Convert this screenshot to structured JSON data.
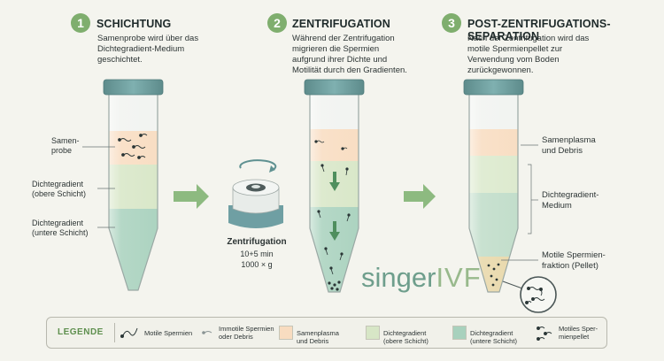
{
  "steps": [
    {
      "num": "1",
      "title": "SCHICHTUNG",
      "desc": "Samenprobe wird über das\nDichtegradient-Medium\ngeschichtet."
    },
    {
      "num": "2",
      "title": "ZENTRIFUGATION",
      "desc": "Während der Zentrifugation\nmigrieren die Spermien\naufgrund ihrer Dichte und\nMotilität durch den Gradienten."
    },
    {
      "num": "3",
      "title": "POST-ZENTRIFUGATIONS-SEPARATION",
      "desc": "Nach der Zentrifugation wird das\nmotile Spermienpellet zur\nVerwendung vom Boden\nzurückgewonnen."
    }
  ],
  "tube1_labels": {
    "sample": "Samen-\nprobe",
    "upper": "Dichtegradient\n(obere Schicht)",
    "lower": "Dichtegradient\n(untere Schicht)"
  },
  "centrifuge": {
    "title": "Zentrifugation",
    "time": "10+5 min",
    "force": "1000 × g"
  },
  "tube3_labels": {
    "plasma": "Samenplasma\nund Debris",
    "medium": "Dichtegradient-\nMedium",
    "pellet": "Motile Spermien-\nfraktion (Pellet)"
  },
  "logo": {
    "part1": "singer",
    "part2": "IVF"
  },
  "legend": {
    "title": "LEGENDE",
    "items": [
      {
        "label": "Motile Spermien"
      },
      {
        "label": "Immotile Spermien\noder Debris"
      },
      {
        "label": "Samenplasma\nund Debris",
        "color": "#f8dcc0"
      },
      {
        "label": "Dichtegradient\n(obere Schicht)",
        "color": "#d7e6c6"
      },
      {
        "label": "Dichtegradient\n(untere Schicht)",
        "color": "#a8d1bd"
      },
      {
        "label": "Motiles Sper-\nmienpellet"
      }
    ]
  },
  "colors": {
    "accent_green": "#7fae6e",
    "plasma": "#f8dcc0",
    "upper_gradient": "#d7e6c6",
    "lower_gradient": "#a8d1bd",
    "cap": "#6c9a9a",
    "arrow": "#8dba80"
  }
}
